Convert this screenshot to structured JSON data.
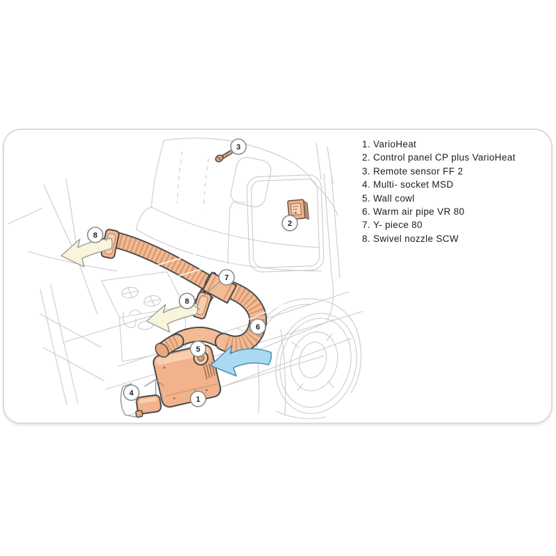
{
  "legend": {
    "items": [
      {
        "num": "1.",
        "label": "VarioHeat"
      },
      {
        "num": "2.",
        "label": "Control panel CP plus VarioHeat"
      },
      {
        "num": "3.",
        "label": "Remote sensor FF 2"
      },
      {
        "num": "4.",
        "label": "Multi- socket MSD"
      },
      {
        "num": "5.",
        "label": "Wall cowl"
      },
      {
        "num": "6.",
        "label": "Warm air pipe VR 80"
      },
      {
        "num": "7.",
        "label": "Y- piece 80"
      },
      {
        "num": "8.",
        "label": "Swivel nozzle SCW"
      }
    ]
  },
  "callouts": [
    "3",
    "2",
    "8",
    "7",
    "8",
    "6",
    "5",
    "4",
    "1"
  ],
  "colors": {
    "duct_orange": "#f3bb95",
    "duct_highlight": "#f8cfae",
    "duct_rib": "#d79a72",
    "duct_outline": "#4a4a4a",
    "arrow_blue_fill": "#a9daf1",
    "arrow_blue_outline": "#4e8fb5",
    "arrow_cream_fill": "#f8f5dc",
    "arrow_cream_outline": "#a0a095",
    "sketch_line_gray": "#c9cad2",
    "card_border": "#dadadd",
    "callout_border": "#8a8a8a",
    "text": "#1c1c1c"
  }
}
